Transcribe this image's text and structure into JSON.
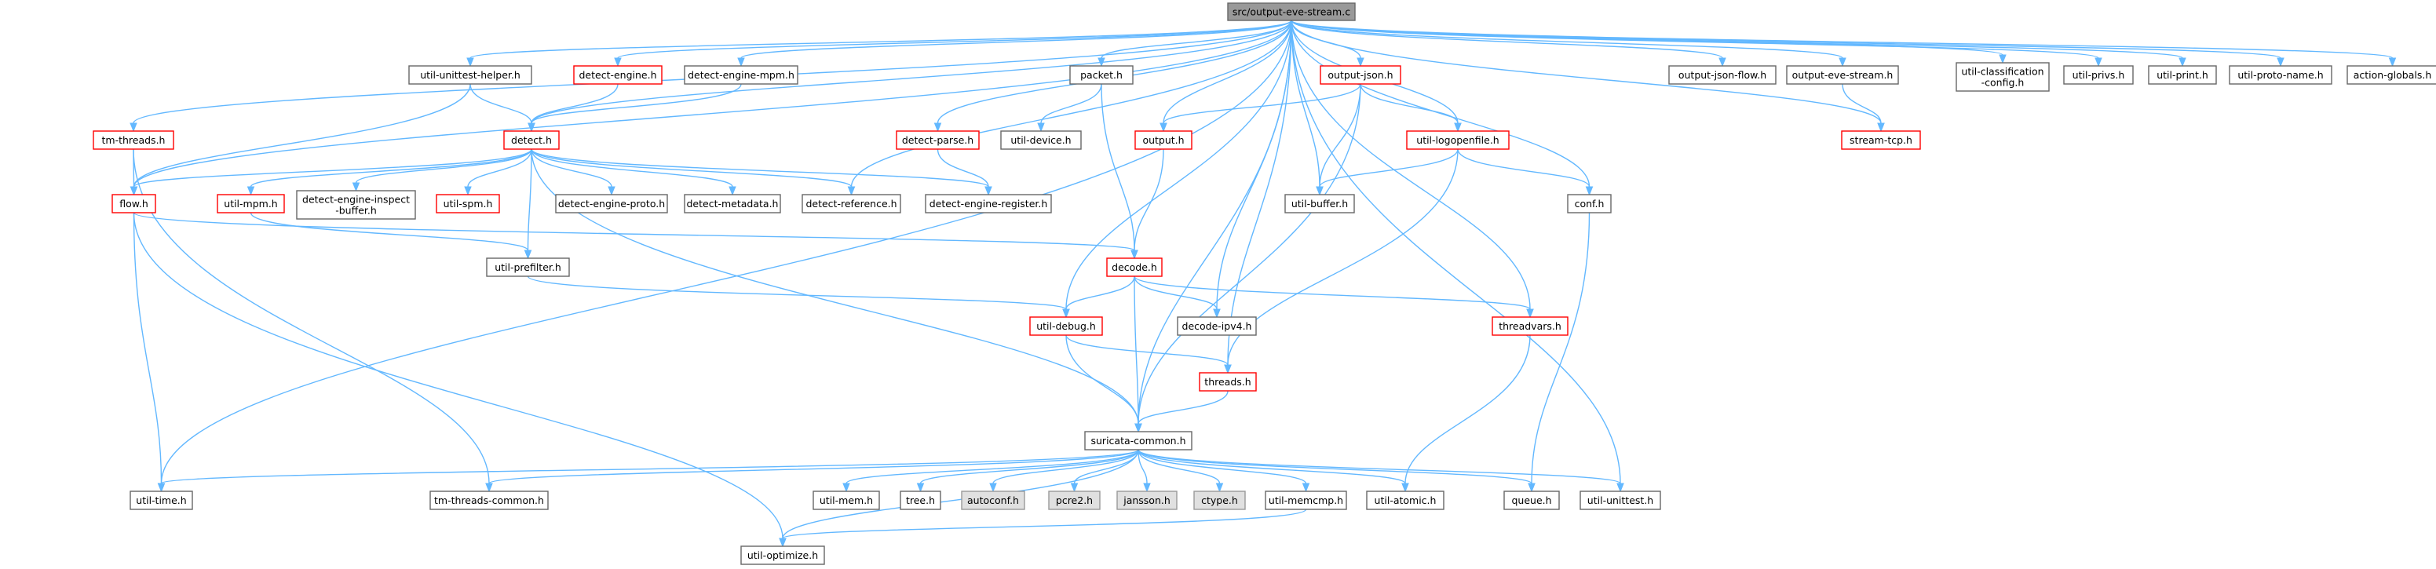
{
  "graph": {
    "root": "src/output-eve-stream.c",
    "colors": {
      "edge": "#63b8ff",
      "root_fill": "#999999",
      "normal_border": "#666666",
      "red_border": "#ff0000",
      "ghost_fill": "#e0e0e0",
      "ghost_border": "#999999"
    },
    "nodes": [
      {
        "id": "output-eve-stream-c",
        "label": "src/output-eve-stream.c",
        "style": "root"
      },
      {
        "id": "tm-threads-h",
        "label": "tm-threads.h",
        "style": "red"
      },
      {
        "id": "util-unittest-helper-h",
        "label": "util-unittest-helper.h",
        "style": "normal"
      },
      {
        "id": "detect-engine-h",
        "label": "detect-engine.h",
        "style": "red"
      },
      {
        "id": "detect-engine-mpm-h",
        "label": "detect-engine-mpm.h",
        "style": "normal"
      },
      {
        "id": "detect-parse-h",
        "label": "detect-parse.h",
        "style": "red"
      },
      {
        "id": "packet-h",
        "label": "packet.h",
        "style": "normal"
      },
      {
        "id": "util-device-h",
        "label": "util-device.h",
        "style": "normal"
      },
      {
        "id": "output-json-h",
        "label": "output-json.h",
        "style": "red"
      },
      {
        "id": "output-h",
        "label": "output.h",
        "style": "red"
      },
      {
        "id": "util-logopenfile-h",
        "label": "util-logopenfile.h",
        "style": "red"
      },
      {
        "id": "output-json-flow-h",
        "label": "output-json-flow.h",
        "style": "normal"
      },
      {
        "id": "output-eve-stream-h",
        "label": "output-eve-stream.h",
        "style": "normal"
      },
      {
        "id": "util-classification-config-h",
        "label": "util-classification\n-config.h",
        "style": "normal"
      },
      {
        "id": "util-privs-h",
        "label": "util-privs.h",
        "style": "normal"
      },
      {
        "id": "util-print-h",
        "label": "util-print.h",
        "style": "normal"
      },
      {
        "id": "util-proto-name-h",
        "label": "util-proto-name.h",
        "style": "normal"
      },
      {
        "id": "action-globals-h",
        "label": "action-globals.h",
        "style": "normal"
      },
      {
        "id": "detect-h",
        "label": "detect.h",
        "style": "red"
      },
      {
        "id": "stream-tcp-h",
        "label": "stream-tcp.h",
        "style": "red"
      },
      {
        "id": "flow-h",
        "label": "flow.h",
        "style": "red"
      },
      {
        "id": "util-mpm-h",
        "label": "util-mpm.h",
        "style": "red"
      },
      {
        "id": "detect-engine-inspect-buffer-h",
        "label": "detect-engine-inspect\n-buffer.h",
        "style": "normal"
      },
      {
        "id": "util-spm-h",
        "label": "util-spm.h",
        "style": "red"
      },
      {
        "id": "detect-engine-proto-h",
        "label": "detect-engine-proto.h",
        "style": "normal"
      },
      {
        "id": "detect-metadata-h",
        "label": "detect-metadata.h",
        "style": "normal"
      },
      {
        "id": "detect-reference-h",
        "label": "detect-reference.h",
        "style": "normal"
      },
      {
        "id": "detect-engine-register-h",
        "label": "detect-engine-register.h",
        "style": "normal"
      },
      {
        "id": "util-buffer-h",
        "label": "util-buffer.h",
        "style": "normal"
      },
      {
        "id": "conf-h",
        "label": "conf.h",
        "style": "normal"
      },
      {
        "id": "util-prefilter-h",
        "label": "util-prefilter.h",
        "style": "normal"
      },
      {
        "id": "decode-h",
        "label": "decode.h",
        "style": "red"
      },
      {
        "id": "util-debug-h",
        "label": "util-debug.h",
        "style": "red"
      },
      {
        "id": "decode-ipv4-h",
        "label": "decode-ipv4.h",
        "style": "normal"
      },
      {
        "id": "threadvars-h",
        "label": "threadvars.h",
        "style": "red"
      },
      {
        "id": "threads-h",
        "label": "threads.h",
        "style": "red"
      },
      {
        "id": "suricata-common-h",
        "label": "suricata-common.h",
        "style": "normal"
      },
      {
        "id": "util-time-h",
        "label": "util-time.h",
        "style": "normal"
      },
      {
        "id": "tm-threads-common-h",
        "label": "tm-threads-common.h",
        "style": "normal"
      },
      {
        "id": "util-mem-h",
        "label": "util-mem.h",
        "style": "normal"
      },
      {
        "id": "tree-h",
        "label": "tree.h",
        "style": "normal"
      },
      {
        "id": "autoconf-h",
        "label": "autoconf.h",
        "style": "ghost"
      },
      {
        "id": "pcre2-h",
        "label": "pcre2.h",
        "style": "ghost"
      },
      {
        "id": "jansson-h",
        "label": "jansson.h",
        "style": "ghost"
      },
      {
        "id": "ctype-h",
        "label": "ctype.h",
        "style": "ghost"
      },
      {
        "id": "util-memcmp-h",
        "label": "util-memcmp.h",
        "style": "normal"
      },
      {
        "id": "util-atomic-h",
        "label": "util-atomic.h",
        "style": "normal"
      },
      {
        "id": "queue-h",
        "label": "queue.h",
        "style": "normal"
      },
      {
        "id": "util-unittest-h",
        "label": "util-unittest.h",
        "style": "normal"
      },
      {
        "id": "util-optimize-h",
        "label": "util-optimize.h",
        "style": "normal"
      }
    ],
    "edges": [
      [
        "output-eve-stream-c",
        "tm-threads-h"
      ],
      [
        "output-eve-stream-c",
        "util-unittest-helper-h"
      ],
      [
        "output-eve-stream-c",
        "detect-engine-h"
      ],
      [
        "output-eve-stream-c",
        "detect-engine-mpm-h"
      ],
      [
        "output-eve-stream-c",
        "detect-parse-h"
      ],
      [
        "output-eve-stream-c",
        "packet-h"
      ],
      [
        "output-eve-stream-c",
        "output-json-h"
      ],
      [
        "output-eve-stream-c",
        "output-h"
      ],
      [
        "output-eve-stream-c",
        "util-logopenfile-h"
      ],
      [
        "output-eve-stream-c",
        "output-json-flow-h"
      ],
      [
        "output-eve-stream-c",
        "output-eve-stream-h"
      ],
      [
        "output-eve-stream-c",
        "util-classification-config-h"
      ],
      [
        "output-eve-stream-c",
        "util-privs-h"
      ],
      [
        "output-eve-stream-c",
        "util-print-h"
      ],
      [
        "output-eve-stream-c",
        "util-proto-name-h"
      ],
      [
        "output-eve-stream-c",
        "action-globals-h"
      ],
      [
        "output-eve-stream-c",
        "detect-h"
      ],
      [
        "output-eve-stream-c",
        "flow-h"
      ],
      [
        "output-eve-stream-c",
        "stream-tcp-h"
      ],
      [
        "output-eve-stream-c",
        "detect-reference-h"
      ],
      [
        "output-eve-stream-c",
        "util-buffer-h"
      ],
      [
        "output-eve-stream-c",
        "conf-h"
      ],
      [
        "output-eve-stream-c",
        "util-debug-h"
      ],
      [
        "output-eve-stream-c",
        "decode-ipv4-h"
      ],
      [
        "output-eve-stream-c",
        "threads-h"
      ],
      [
        "output-eve-stream-c",
        "threadvars-h"
      ],
      [
        "output-eve-stream-c",
        "suricata-common-h"
      ],
      [
        "output-eve-stream-c",
        "util-time-h"
      ],
      [
        "output-eve-stream-c",
        "util-unittest-h"
      ],
      [
        "tm-threads-h",
        "flow-h"
      ],
      [
        "tm-threads-h",
        "tm-threads-common-h"
      ],
      [
        "util-unittest-helper-h",
        "detect-h"
      ],
      [
        "util-unittest-helper-h",
        "flow-h"
      ],
      [
        "detect-engine-h",
        "detect-h"
      ],
      [
        "detect-engine-mpm-h",
        "detect-h"
      ],
      [
        "detect-parse-h",
        "detect-engine-register-h"
      ],
      [
        "packet-h",
        "util-device-h"
      ],
      [
        "packet-h",
        "decode-h"
      ],
      [
        "output-json-h",
        "output-h"
      ],
      [
        "output-json-h",
        "util-logopenfile-h"
      ],
      [
        "output-json-h",
        "util-buffer-h"
      ],
      [
        "output-json-h",
        "suricata-common-h"
      ],
      [
        "output-h",
        "decode-h"
      ],
      [
        "util-logopenfile-h",
        "util-buffer-h"
      ],
      [
        "util-logopenfile-h",
        "conf-h"
      ],
      [
        "util-logopenfile-h",
        "threads-h"
      ],
      [
        "output-eve-stream-h",
        "stream-tcp-h"
      ],
      [
        "detect-h",
        "flow-h"
      ],
      [
        "detect-h",
        "util-mpm-h"
      ],
      [
        "detect-h",
        "detect-engine-inspect-buffer-h"
      ],
      [
        "detect-h",
        "util-spm-h"
      ],
      [
        "detect-h",
        "detect-engine-proto-h"
      ],
      [
        "detect-h",
        "detect-metadata-h"
      ],
      [
        "detect-h",
        "detect-reference-h"
      ],
      [
        "detect-h",
        "detect-engine-register-h"
      ],
      [
        "detect-h",
        "util-prefilter-h"
      ],
      [
        "detect-h",
        "suricata-common-h"
      ],
      [
        "flow-h",
        "decode-h"
      ],
      [
        "flow-h",
        "util-time-h"
      ],
      [
        "flow-h",
        "util-optimize-h"
      ],
      [
        "util-mpm-h",
        "util-prefilter-h"
      ],
      [
        "util-prefilter-h",
        "util-debug-h"
      ],
      [
        "conf-h",
        "queue-h"
      ],
      [
        "decode-h",
        "util-debug-h"
      ],
      [
        "decode-h",
        "decode-ipv4-h"
      ],
      [
        "decode-h",
        "threadvars-h"
      ],
      [
        "decode-h",
        "suricata-common-h"
      ],
      [
        "util-debug-h",
        "threads-h"
      ],
      [
        "util-debug-h",
        "suricata-common-h"
      ],
      [
        "threadvars-h",
        "util-atomic-h"
      ],
      [
        "threads-h",
        "suricata-common-h"
      ],
      [
        "suricata-common-h",
        "util-time-h"
      ],
      [
        "suricata-common-h",
        "tm-threads-common-h"
      ],
      [
        "suricata-common-h",
        "util-mem-h"
      ],
      [
        "suricata-common-h",
        "tree-h"
      ],
      [
        "suricata-common-h",
        "autoconf-h"
      ],
      [
        "suricata-common-h",
        "pcre2-h"
      ],
      [
        "suricata-common-h",
        "jansson-h"
      ],
      [
        "suricata-common-h",
        "ctype-h"
      ],
      [
        "suricata-common-h",
        "util-memcmp-h"
      ],
      [
        "suricata-common-h",
        "util-atomic-h"
      ],
      [
        "suricata-common-h",
        "queue-h"
      ],
      [
        "suricata-common-h",
        "util-unittest-h"
      ],
      [
        "suricata-common-h",
        "util-optimize-h"
      ],
      [
        "util-memcmp-h",
        "util-optimize-h"
      ]
    ]
  }
}
